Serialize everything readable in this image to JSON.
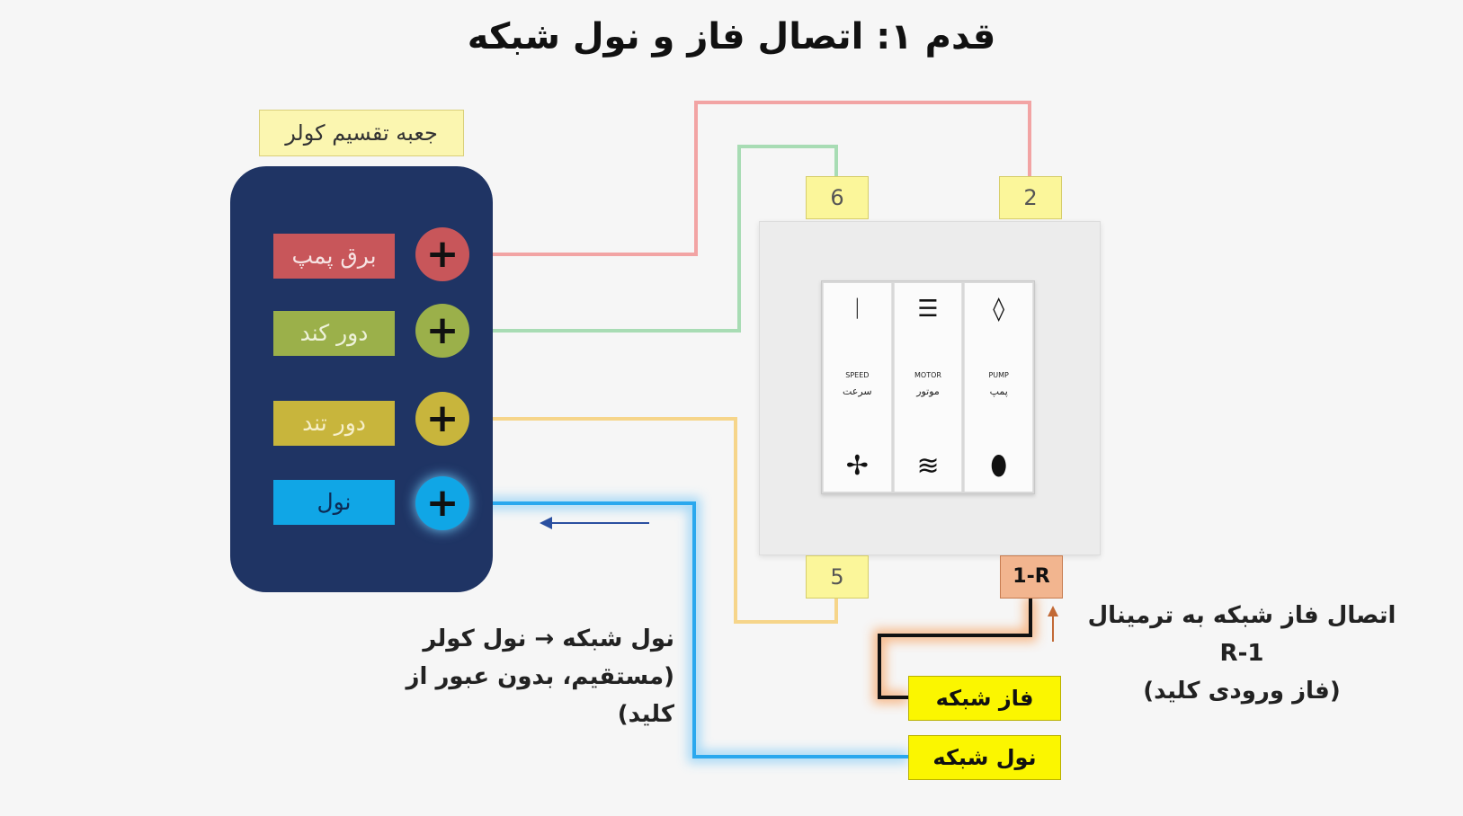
{
  "title": "قدم ۱: اتصال فاز و نول شبکه",
  "distribution_box": {
    "label": "جعبه تقسیم کولر",
    "rows": [
      {
        "label": "برق پمپ",
        "terminal": "+",
        "color": "#c8565a"
      },
      {
        "label": "دور کند",
        "terminal": "+",
        "color": "#9bb04a"
      },
      {
        "label": "دور تند",
        "terminal": "+",
        "color": "#c8b53c"
      },
      {
        "label": "نول",
        "terminal": "+",
        "color": "#10a6e6"
      }
    ]
  },
  "switch": {
    "keys": [
      {
        "top_icon": "speed-icon",
        "top_glyph": "ᛁ",
        "en": "SPEED",
        "fa": "سرعت",
        "bottom_icon": "fan-icon",
        "bottom_glyph": "✢"
      },
      {
        "top_icon": "menu-lines-icon",
        "top_glyph": "☰",
        "en": "MOTOR",
        "fa": "موتور",
        "bottom_icon": "waves-icon",
        "bottom_glyph": "≋"
      },
      {
        "top_icon": "drop-outline-icon",
        "top_glyph": "◊",
        "en": "PUMP",
        "fa": "پمپ",
        "bottom_icon": "drop-filled-icon",
        "bottom_glyph": "⬮"
      }
    ],
    "terminals": {
      "t6": "6",
      "t2": "2",
      "t5": "5",
      "tr1": "1-R"
    }
  },
  "grid": {
    "phase_label": "فاز شبکه",
    "neutral_label": "نول شبکه"
  },
  "notes": {
    "phase_line1": "اتصال فاز شبکه به ترمینال R-1",
    "phase_line2": "(فاز ورودی کلید)",
    "neutral_line1": "نول شبکه → نول کولر",
    "neutral_line2": "(مستقیم، بدون عبور از کلید)"
  },
  "colors": {
    "pump_wire": "#f2a4a4",
    "slow_wire": "#a8dcb4",
    "fast_wire": "#f6d58a",
    "neutral_wire": "#2aa8ee",
    "phase_wire": "#111111",
    "glow_orange": "#f7b27e"
  }
}
